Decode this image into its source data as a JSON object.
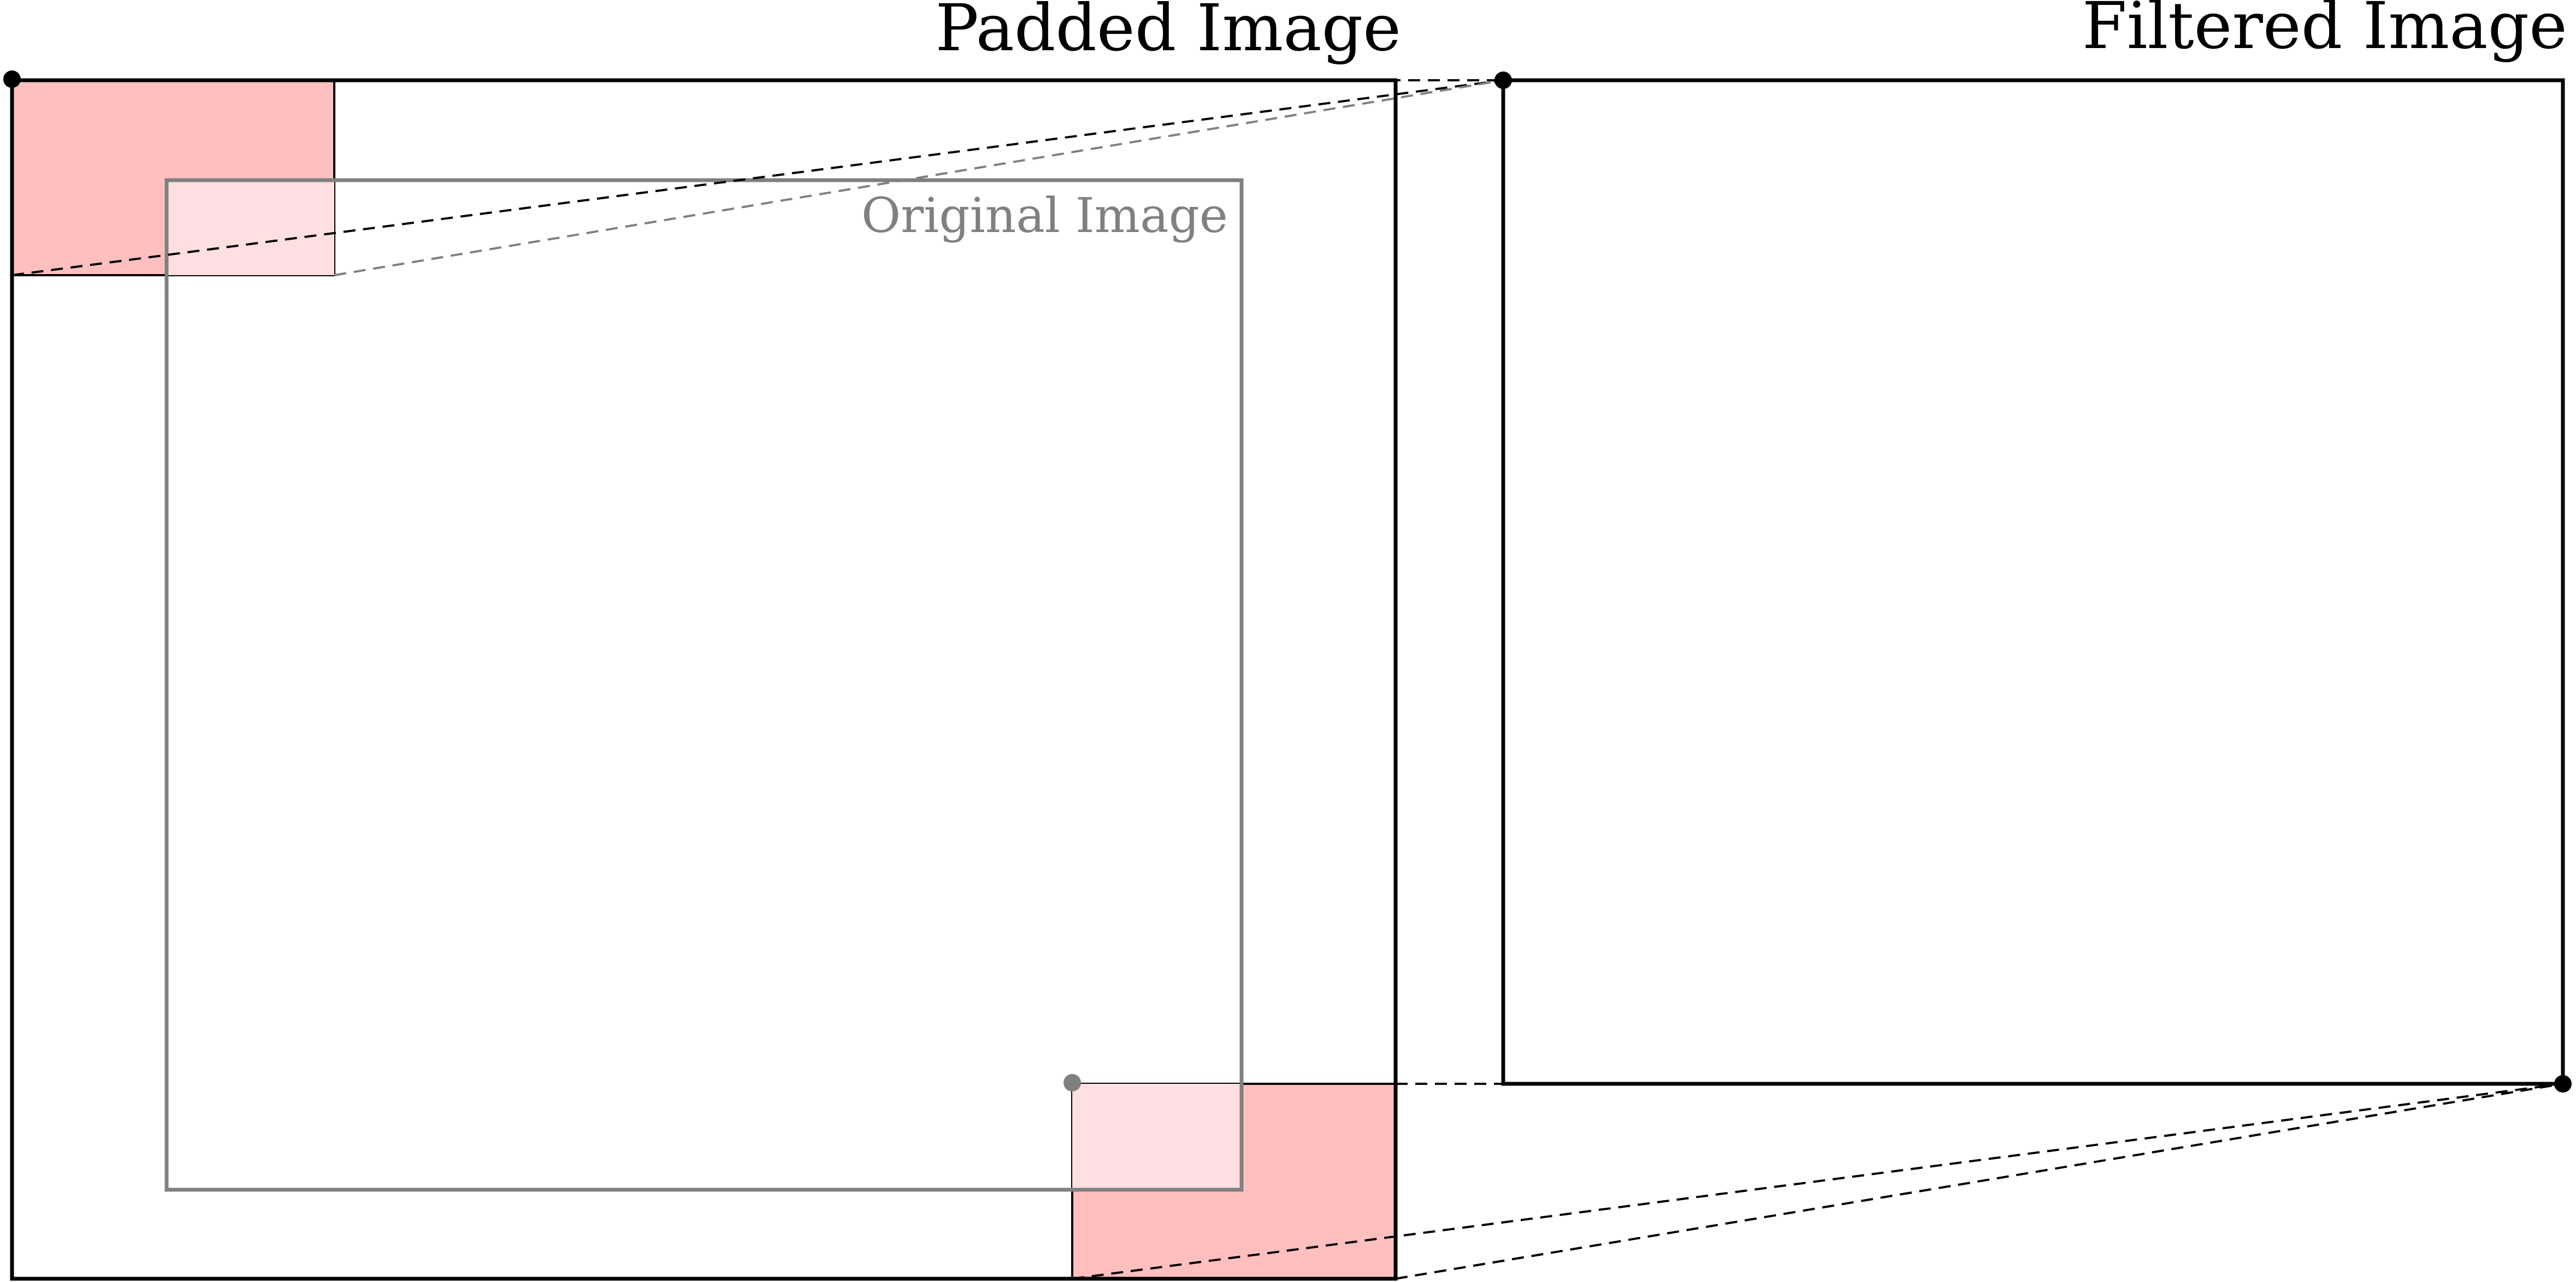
{
  "labels": {
    "padded": "Padded Image",
    "filtered": "Filtered Image",
    "original": "Original Image"
  },
  "colors": {
    "frame": "#000000",
    "original_frame": "#808080",
    "kernel_fill": "#ffbfbf",
    "kernel_fill_overlap": "#ffdfe0",
    "background": "#ffffff"
  }
}
